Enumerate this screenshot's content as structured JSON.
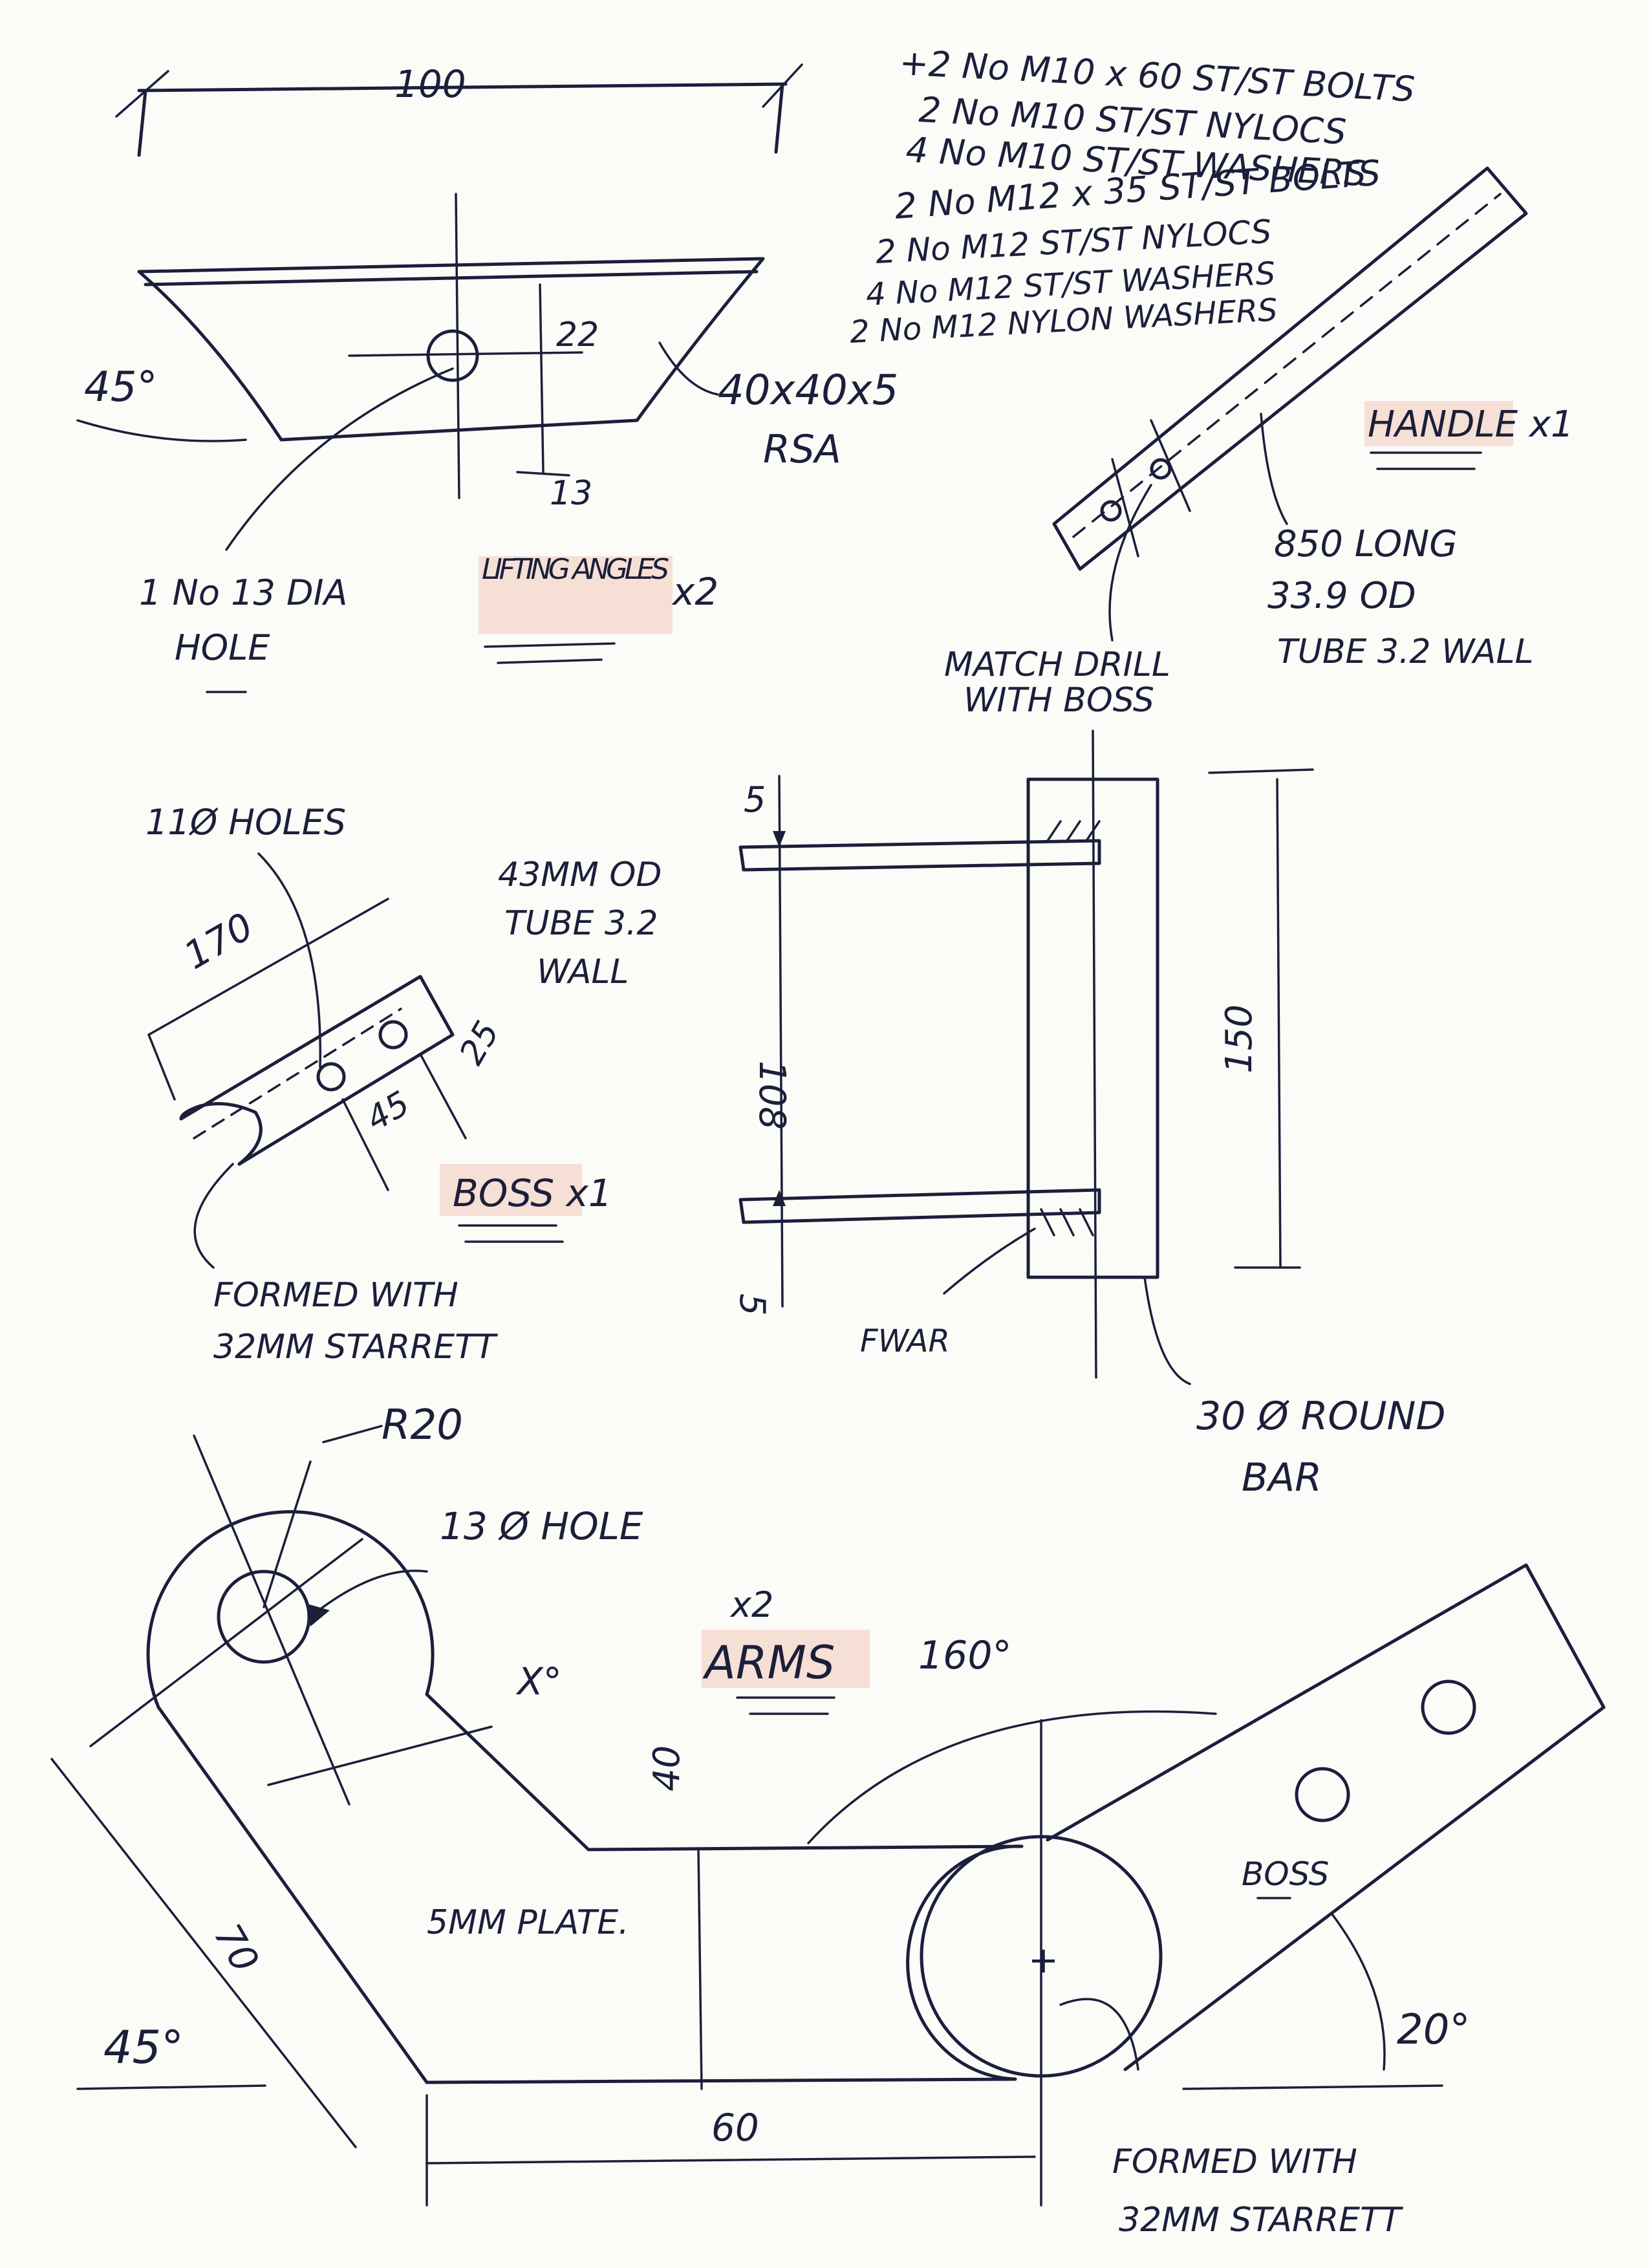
{
  "parts_list": [
    "+2 No  M10 x 60 ST/ST BOLTS",
    "2 No  M10 ST/ST NYLOCS",
    "4 No  M10 ST/ST WASHERS",
    "2 No  M12 x 35 ST/ST BOLTS",
    "2 No  M12 ST/ST NYLOCS",
    "4 No  M12 ST/ST WASHERS",
    "2 No  M12 NYLON WASHERS"
  ],
  "lifting_angles": {
    "dim_width": "100",
    "dim_hole_height": "22",
    "dim_hole_offset": "13",
    "angle": "45°",
    "section": "40x40x5",
    "section_type": "RSA",
    "hole_note_1": "1 No 13 DIA",
    "hole_note_2": "HOLE",
    "title": "LIFTING ANGLES",
    "qty": "x2"
  },
  "handle": {
    "title": "HANDLE x1",
    "length": "850 LONG",
    "od": "33.9 OD",
    "tube": "TUBE 3.2 WALL",
    "drill_note_1": "MATCH DRILL",
    "drill_note_2": "WITH BOSS"
  },
  "boss": {
    "holes_note": "11Ø HOLES",
    "tube_note_1": "43MM OD",
    "tube_note_2": "TUBE 3.2",
    "tube_note_3": "WALL",
    "dim_length": "170",
    "dim_hole_pitch": "45",
    "dim_hole_end": "25",
    "title": "BOSS x1",
    "formed_note_1": "FORMED WITH",
    "formed_note_2": "32MM STARRETT"
  },
  "arm_assembly": {
    "dim_top": "5",
    "dim_spacing": "108",
    "dim_bottom": "5",
    "dim_height": "150",
    "label_fwd": "FWAR",
    "bar_note_1": "30 Ø ROUND",
    "bar_note_2": "BAR"
  },
  "arms": {
    "radius": "R20",
    "hole": "13 Ø HOLE",
    "qty": "x2",
    "title": "ARMS",
    "angle_x": "X°",
    "dim_width": "40",
    "angle_160": "160°",
    "boss_label": "BOSS",
    "plate": "5MM PLATE.",
    "dim_70": "70",
    "angle_45": "45°",
    "dim_60": "60",
    "angle_20": "20°",
    "formed_note_1": "FORMED WITH",
    "formed_note_2": "32MM STARRETT"
  }
}
